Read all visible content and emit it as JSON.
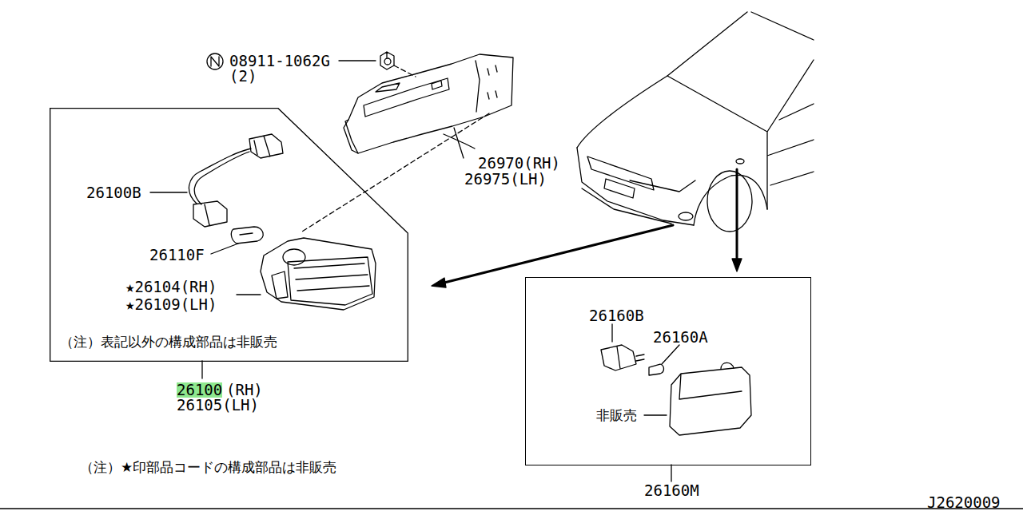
{
  "diagram": {
    "nodes": [
      {
        "text": [
          "（注）表記以外の構成部品は非販売"
        ]
      },
      {
        "text": [
          "非販売"
        ]
      }
    ],
    "labels": [
      "08911-1062G",
      "(2)",
      "26970(RH)",
      "26975(LH)",
      "26100B",
      "26110F",
      "★26104(RH)",
      "★26109(LH)",
      "26100",
      "(RH)",
      "26105(LH)",
      "（注）★印部品コードの構成部品は非販売",
      "26160B",
      "26160A",
      "26160M",
      "J2620009"
    ]
  }
}
